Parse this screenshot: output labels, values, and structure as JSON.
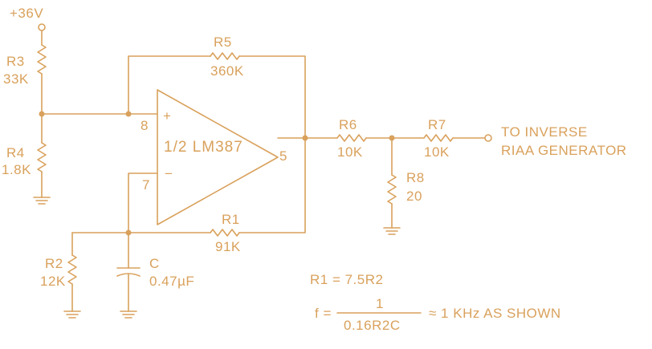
{
  "supply": {
    "label": "+36V"
  },
  "opamp": {
    "label": "1/2 LM387",
    "pin_noninv": "8",
    "pin_inv": "7",
    "pin_out": "5",
    "plus_sign": "+",
    "minus_sign": "−"
  },
  "components": {
    "r3": {
      "name": "R3",
      "value": "33K"
    },
    "r4": {
      "name": "R4",
      "value": "1.8K"
    },
    "r5": {
      "name": "R5",
      "value": "360K"
    },
    "r6": {
      "name": "R6",
      "value": "10K"
    },
    "r7": {
      "name": "R7",
      "value": "10K"
    },
    "r8": {
      "name": "R8",
      "value": "20"
    },
    "r1": {
      "name": "R1",
      "value": "91K"
    },
    "r2": {
      "name": "R2",
      "value": "12K"
    },
    "c": {
      "name": "C",
      "value": "0.47µF"
    }
  },
  "output": {
    "line1": "TO INVERSE",
    "line2": "RIAA GENERATOR"
  },
  "notes": {
    "relation": "R1 = 7.5R2",
    "formula_lhs": "f =",
    "formula_num": "1",
    "formula_den": "0.16R2C",
    "formula_tail": "≈ 1 KHz AS SHOWN"
  }
}
